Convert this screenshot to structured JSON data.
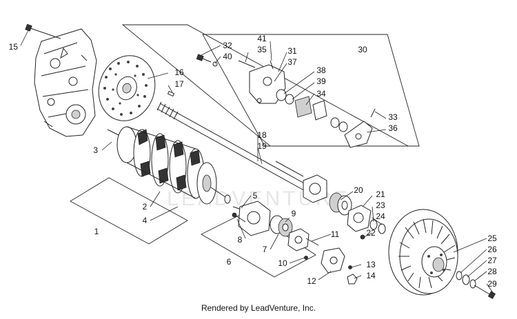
{
  "footer": {
    "text": "Rendered by LeadVenture, Inc."
  },
  "watermark": {
    "text": "LEADVENTURE",
    "color": "#e6e6e6"
  },
  "callouts": {
    "c1": "1",
    "c2": "2",
    "c3": "3",
    "c4": "4",
    "c5": "5",
    "c6": "6",
    "c7": "7",
    "c8": "8",
    "c9": "9",
    "c10": "10",
    "c11": "11",
    "c12": "12",
    "c13": "13",
    "c14": "14",
    "c15": "15",
    "c16": "16",
    "c17": "17",
    "c18": "18",
    "c19": "19",
    "c20": "20",
    "c21": "21",
    "c22": "22",
    "c23": "23",
    "c24": "24",
    "c25": "25",
    "c26": "26",
    "c27": "27",
    "c28": "28",
    "c29": "29",
    "c30": "30",
    "c31": "31",
    "c32": "32",
    "c33": "33",
    "c34": "34",
    "c35": "35",
    "c36": "36",
    "c37": "37",
    "c38": "38",
    "c39": "39",
    "c40": "40",
    "c41": "41"
  }
}
